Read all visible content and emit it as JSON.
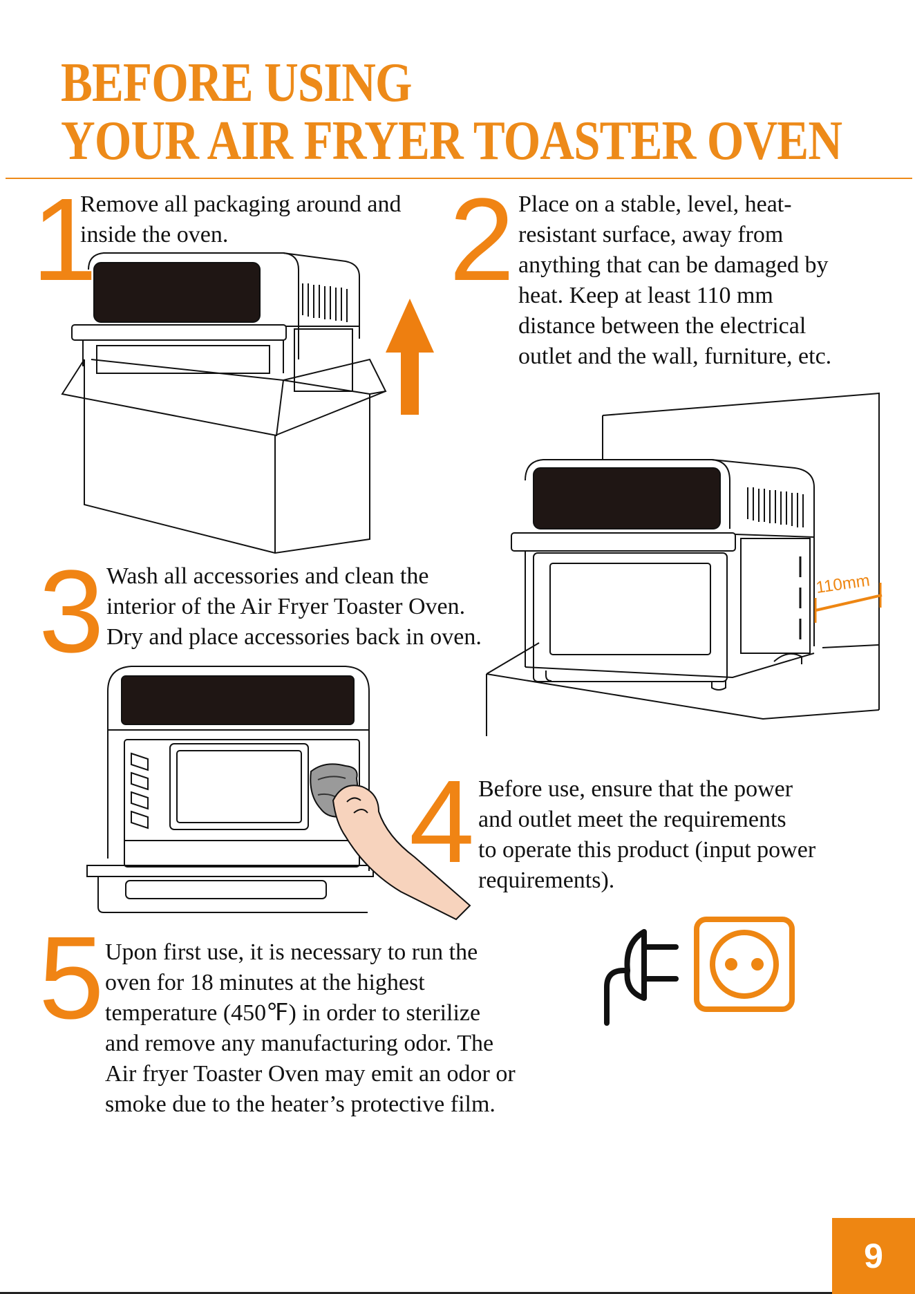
{
  "title": {
    "line1": "BEFORE USING",
    "line2": "YOUR AIR FRYER TOASTER OVEN"
  },
  "steps": [
    {
      "number": "1",
      "text": "Remove all packaging around and\ninside the oven."
    },
    {
      "number": "2",
      "text": "Place on a stable, level, heat-\nresistant surface, away from\nanything that can be damaged by\nheat. Keep at least 110 mm\ndistance between the electrical\noutlet and the wall, furniture, etc."
    },
    {
      "number": "3",
      "text": "Wash all accessories and clean the\ninterior of the Air Fryer Toaster Oven.\nDry and place accessories back in oven."
    },
    {
      "number": "4",
      "text": "Before use, ensure that the power\nand outlet meet the requirements\nto operate this product (input power\nrequirements)."
    },
    {
      "number": "5",
      "text": "Upon first use, it is necessary to run the\noven for 18 minutes at the highest\ntemperature (450℉) in order to sterilize\nand remove any manufacturing odor. The\nAir fryer Toaster Oven may emit an odor or\nsmoke due to the heater’s protective film."
    }
  ],
  "distance_label": "110mm",
  "page_number": "9",
  "colors": {
    "accent": "#ED8A19"
  },
  "icons": [
    "oven-in-box-illustration",
    "up-arrow-icon",
    "oven-against-wall-illustration",
    "open-oven-cleaning-illustration",
    "plug-icon",
    "socket-icon"
  ]
}
